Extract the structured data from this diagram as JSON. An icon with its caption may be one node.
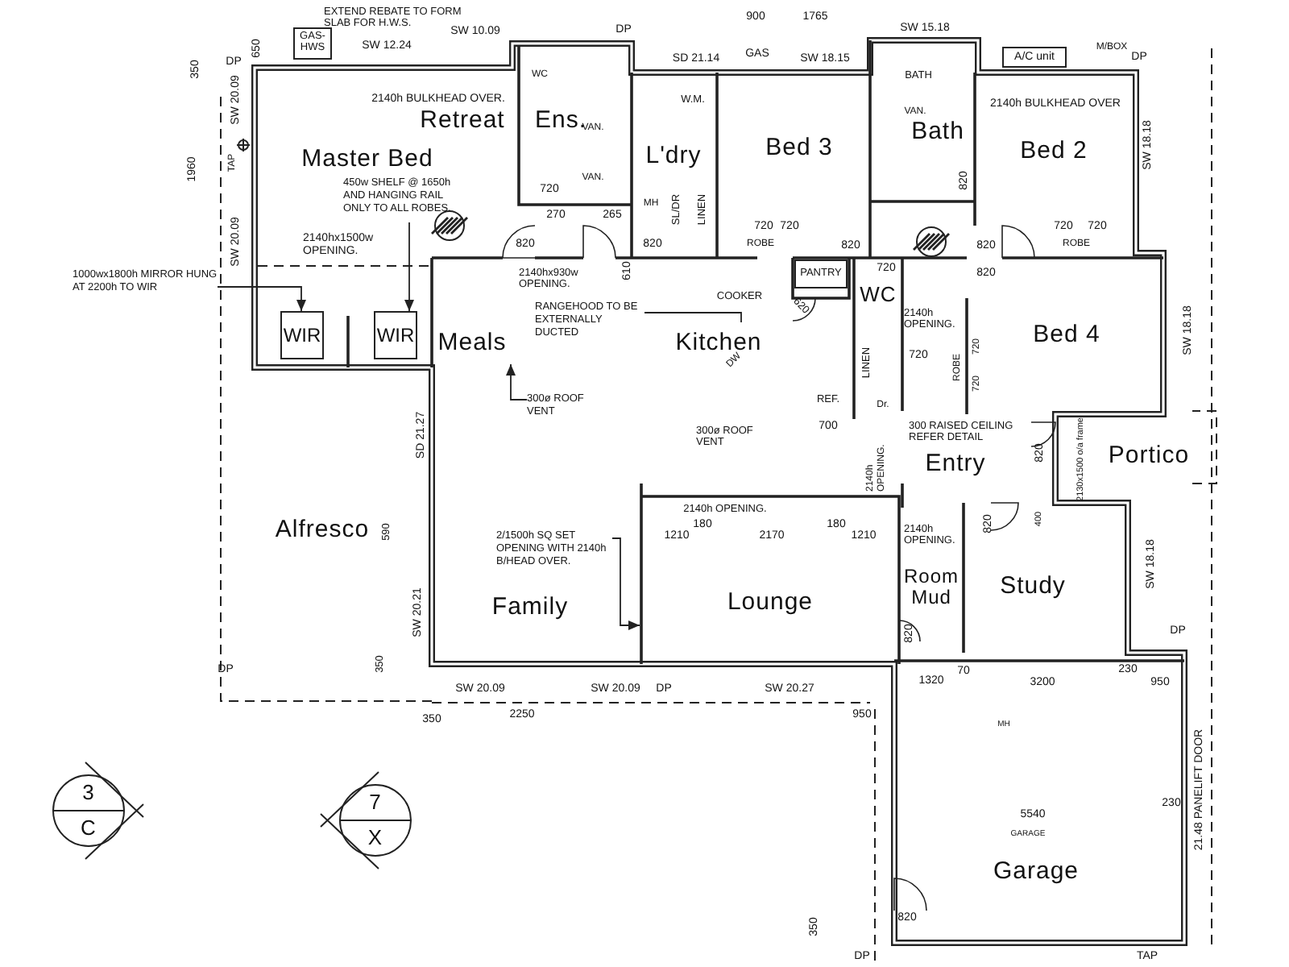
{
  "diagram": {
    "nodes": [
      {
        "text": [
          "GAS-HWS"
        ]
      },
      {
        "text": [
          "Ens."
        ]
      },
      {
        "text": [
          "Retreat",
          "Master Bed"
        ]
      },
      {
        "text": [
          "450w SHELF @ 1650h AND HANGING RAIL ONLY TO ALL ROBES."
        ],
        "in": 2
      },
      {
        "text": [
          "L'dry"
        ]
      },
      {
        "text": [
          "Bed 3"
        ]
      },
      {
        "text": [
          "Bath"
        ]
      },
      {
        "text": [
          "A/C unit"
        ]
      },
      {
        "text": [
          "Bed 2"
        ]
      },
      {
        "text": [
          "1000wx1800h MIRROR HUNG AT 2200h TO WIR"
        ]
      },
      {
        "text": [
          "WIR"
        ]
      },
      {
        "text": [
          "WIR"
        ]
      },
      {
        "text": [
          "Meals"
        ]
      },
      {
        "text": [
          "RANGEHOOD TO BE EXTERNALLY DUCTED"
        ],
        "in": 12
      },
      {
        "text": [
          "300ø ROOF VENT"
        ],
        "in": 12
      },
      {
        "text": [
          "Kitchen"
        ]
      },
      {
        "text": [
          "PANTRY"
        ]
      },
      {
        "text": [
          "WC"
        ]
      },
      {
        "text": [
          "Bed 4"
        ]
      },
      {
        "text": [
          "Entry"
        ]
      },
      {
        "text": [
          "Portico"
        ]
      },
      {
        "text": [
          "Alfresco"
        ]
      },
      {
        "text": [
          "Family"
        ]
      },
      {
        "text": [
          "2/1500h SQ SET OPENING WITH 2140h B/HEAD OVER."
        ],
        "in": 22
      },
      {
        "text": [
          "Lounge"
        ]
      },
      {
        "text": [
          "Room Mud"
        ]
      },
      {
        "text": [
          "Study"
        ]
      },
      {
        "text": [
          "Garage"
        ]
      },
      {
        "text": [
          "3",
          "C"
        ]
      },
      {
        "text": [
          "7",
          "X"
        ]
      }
    ],
    "edges": [
      {
        "from": 3,
        "to": 11,
        "arrow": "to"
      },
      {
        "from": 9,
        "to": 10,
        "arrow": "to"
      },
      {
        "from": 13,
        "to": 15,
        "arrow": "none"
      },
      {
        "from": 14,
        "to": null,
        "arrow": "to"
      },
      {
        "from": 23,
        "to": null,
        "arrow": "to"
      }
    ],
    "labels": [
      "EXTEND REBATE TO FORM SLAB FOR H.W.S.",
      "SW 10.09",
      "DP",
      "900",
      "1765",
      "SW 15.18",
      "350",
      "DP",
      "650",
      "SW 12.24",
      "WC",
      "SD 21.14",
      "GAS",
      "SW 18.15",
      "BATH",
      "M/BOX",
      "DP",
      "SW 20.09",
      "2140h BULKHEAD OVER.",
      "W.M.",
      "VAN.",
      "2140h BULKHEAD OVER",
      "1960",
      "TAP",
      "VAN.",
      "VAN.",
      "820",
      "SW 18.18",
      "720",
      "270",
      "265",
      "MH",
      "SL/DR",
      "LINEN",
      "720",
      "720",
      "720",
      "720",
      "SW 20.09",
      "2140hx1500w OPENING.",
      "820",
      "820",
      "ROBE",
      "820",
      "820",
      "ROBE",
      "2140hx930w OPENING.",
      "610",
      "720",
      "820",
      "COOKER",
      "620",
      "2140h OPENING.",
      "SW 18.18",
      "DW",
      "LINEN",
      "720",
      "ROBE",
      "720",
      "REF.",
      "Dr.",
      "720",
      "SD 21.27",
      "300ø ROOF VENT",
      "700",
      "2140h OPENING.",
      "300 RAISED CEILING REFER DETAIL",
      "820",
      "2130x1500 o/a frame",
      "590",
      "1210",
      "180",
      "2140h OPENING.",
      "2170",
      "180",
      "1210",
      "2140h OPENING.",
      "820",
      "400",
      "SW 20.21",
      "820",
      "SW 18.18",
      "DP",
      "DP",
      "350",
      "SW 20.09",
      "SW 20.09",
      "DP",
      "SW 20.27",
      "1320",
      "70",
      "3200",
      "230",
      "950",
      "350",
      "2250",
      "950",
      "MH",
      "5540",
      "GARAGE",
      "230",
      "21.48 PANELIFT DOOR",
      "350",
      "820",
      "DP",
      "TAP"
    ]
  }
}
